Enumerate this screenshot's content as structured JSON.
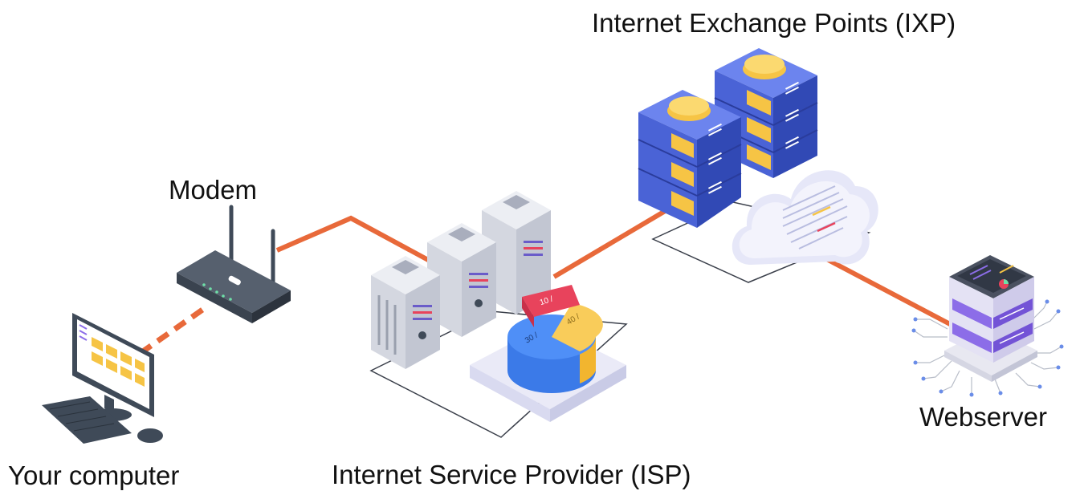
{
  "labels": {
    "ixp": "Internet Exchange Points (IXP)",
    "modem": "Modem",
    "webserver": "Webserver",
    "computer": "Your computer",
    "isp": "Internet Service Provider (ISP)"
  },
  "pie_labels": {
    "a": "10 /",
    "b": "40 /",
    "c": "30 /"
  },
  "colors": {
    "connection": "#e8693a",
    "server_blue": "#4a63d6",
    "server_gold": "#f6c445",
    "cylinder_blue": "#4f8ff7",
    "slice_red": "#e8435c",
    "slice_yellow": "#f9cc5a",
    "rack_gray": "#dcdde6",
    "router_dark": "#3f4a58",
    "webserver_purple": "#8c6de8"
  }
}
